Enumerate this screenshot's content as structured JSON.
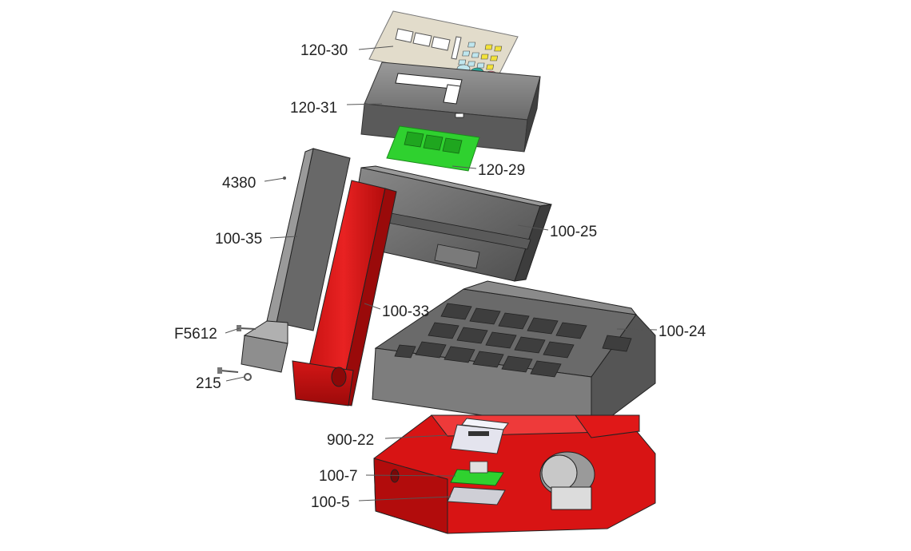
{
  "diagram": {
    "labels": {
      "p120_30": "120-30",
      "p120_31": "120-31",
      "p120_29": "120-29",
      "p4380": "4380",
      "p100_35": "100-35",
      "p100_25": "100-25",
      "p100_33": "100-33",
      "p100_24": "100-24",
      "pF5612": "F5612",
      "p215": "215",
      "p900_22": "900-22",
      "p100_7": "100-7",
      "p100_5": "100-5"
    }
  },
  "colors": {
    "frame_red": "#e01818",
    "shell_gray": "#6e6e6e",
    "pcb_green": "#2fd12f",
    "overlay_beige": "#e2dccb",
    "key_yellow": "#f2e23a",
    "key_cyan": "#bfe6ee",
    "key_teal": "#2aa89a",
    "key_pink": "#e86a84"
  }
}
